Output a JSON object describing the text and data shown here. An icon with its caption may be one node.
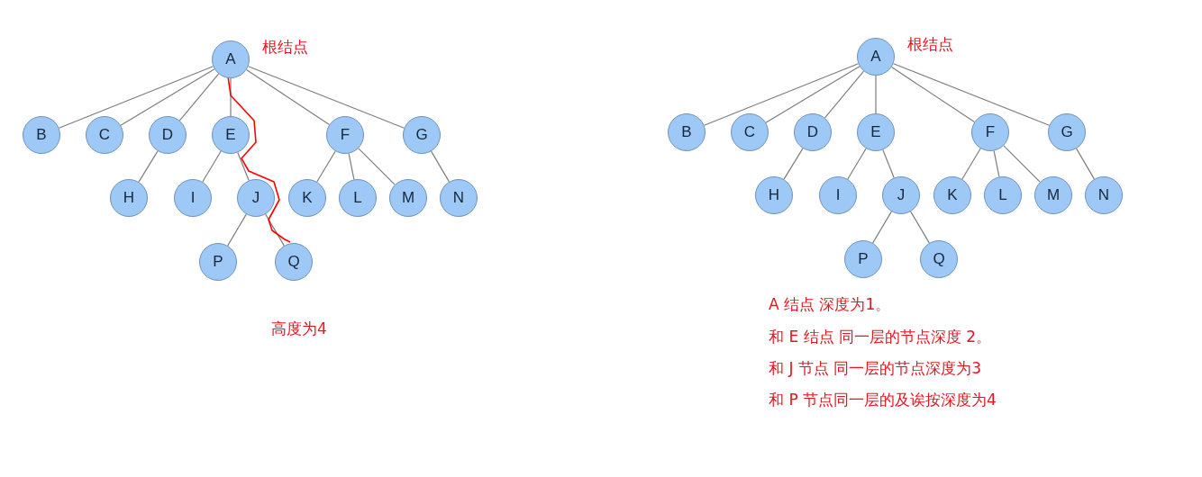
{
  "diagram": {
    "nodes": [
      {
        "text": [
          "A"
        ],
        "beside": [
          "根结点"
        ]
      },
      {
        "text": [
          "B"
        ]
      },
      {
        "text": [
          "C"
        ]
      },
      {
        "text": [
          "D"
        ]
      },
      {
        "text": [
          "E"
        ]
      },
      {
        "text": [
          "F"
        ]
      },
      {
        "text": [
          "G"
        ]
      },
      {
        "text": [
          "H"
        ]
      },
      {
        "text": [
          "I"
        ]
      },
      {
        "text": [
          "J"
        ]
      },
      {
        "text": [
          "K"
        ]
      },
      {
        "text": [
          "L"
        ]
      },
      {
        "text": [
          "M"
        ]
      },
      {
        "text": [
          "N"
        ]
      },
      {
        "text": [
          "P"
        ]
      },
      {
        "text": [
          "Q"
        ]
      },
      {
        "text": [
          "A"
        ],
        "beside": [
          "根结点"
        ]
      },
      {
        "text": [
          "B"
        ]
      },
      {
        "text": [
          "C"
        ]
      },
      {
        "text": [
          "D"
        ]
      },
      {
        "text": [
          "E"
        ]
      },
      {
        "text": [
          "F"
        ]
      },
      {
        "text": [
          "G"
        ]
      },
      {
        "text": [
          "H"
        ]
      },
      {
        "text": [
          "I"
        ]
      },
      {
        "text": [
          "J"
        ]
      },
      {
        "text": [
          "K"
        ]
      },
      {
        "text": [
          "L"
        ]
      },
      {
        "text": [
          "M"
        ]
      },
      {
        "text": [
          "N"
        ]
      },
      {
        "text": [
          "P"
        ]
      },
      {
        "text": [
          "Q"
        ]
      }
    ],
    "edges": [
      {
        "from": 0,
        "to": 1,
        "arrow": "none"
      },
      {
        "from": 0,
        "to": 2,
        "arrow": "none"
      },
      {
        "from": 0,
        "to": 3,
        "arrow": "none"
      },
      {
        "from": 0,
        "to": 4,
        "arrow": "none"
      },
      {
        "from": 0,
        "to": 5,
        "arrow": "none"
      },
      {
        "from": 0,
        "to": 6,
        "arrow": "none"
      },
      {
        "from": 3,
        "to": 7,
        "arrow": "none"
      },
      {
        "from": 4,
        "to": 8,
        "arrow": "none"
      },
      {
        "from": 4,
        "to": 9,
        "arrow": "none"
      },
      {
        "from": 5,
        "to": 10,
        "arrow": "none"
      },
      {
        "from": 5,
        "to": 11,
        "arrow": "none"
      },
      {
        "from": 5,
        "to": 12,
        "arrow": "none"
      },
      {
        "from": 6,
        "to": 13,
        "arrow": "none"
      },
      {
        "from": 9,
        "to": 14,
        "arrow": "none"
      },
      {
        "from": 9,
        "to": 15,
        "arrow": "none"
      },
      {
        "from": 0,
        "to": 15,
        "arrow": "none",
        "color": "#ff0000"
      },
      {
        "from": 16,
        "to": 17,
        "arrow": "none"
      },
      {
        "from": 16,
        "to": 18,
        "arrow": "none"
      },
      {
        "from": 16,
        "to": 19,
        "arrow": "none"
      },
      {
        "from": 16,
        "to": 20,
        "arrow": "none"
      },
      {
        "from": 16,
        "to": 21,
        "arrow": "none"
      },
      {
        "from": 16,
        "to": 22,
        "arrow": "none"
      },
      {
        "from": 19,
        "to": 23,
        "arrow": "none"
      },
      {
        "from": 20,
        "to": 24,
        "arrow": "none"
      },
      {
        "from": 20,
        "to": 25,
        "arrow": "none"
      },
      {
        "from": 21,
        "to": 26,
        "arrow": "none"
      },
      {
        "from": 21,
        "to": 27,
        "arrow": "none"
      },
      {
        "from": 21,
        "to": 28,
        "arrow": "none"
      },
      {
        "from": 22,
        "to": 29,
        "arrow": "none"
      },
      {
        "from": 25,
        "to": 30,
        "arrow": "none"
      },
      {
        "from": 25,
        "to": 31,
        "arrow": "none"
      }
    ],
    "labels": [
      "高度为4",
      "A 结点 深度为1。",
      "和 E 结点 同一层的节点深度 2。",
      "和 J 节点 同一层的节点深度为3",
      "和 P 节点同一层的及诶按深度为4"
    ]
  }
}
